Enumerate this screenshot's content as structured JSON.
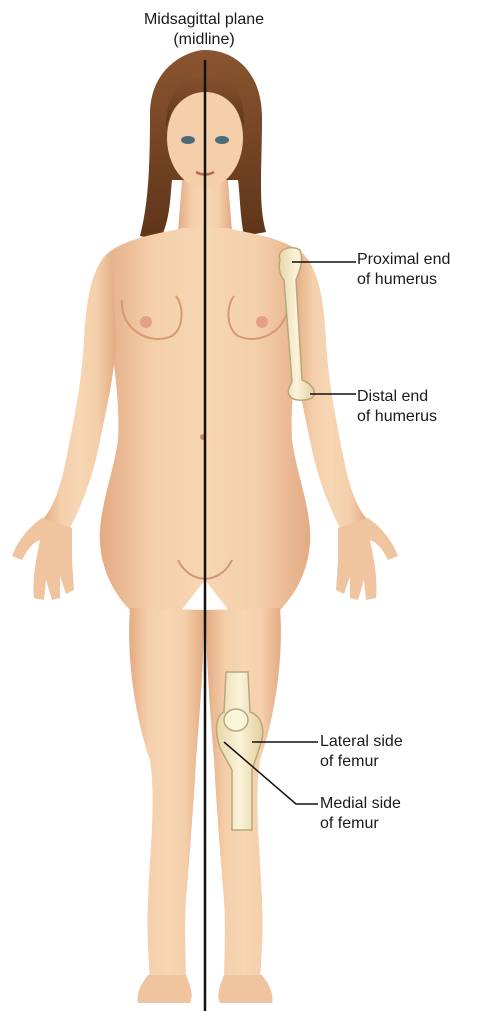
{
  "labels": {
    "midline": {
      "line1": "Midsagittal plane",
      "line2": "(midline)"
    },
    "proximal_humerus": {
      "line1": "Proximal end",
      "line2": "of humerus"
    },
    "distal_humerus": {
      "line1": "Distal end",
      "line2": "of humerus"
    },
    "lateral_femur": {
      "line1": "Lateral side",
      "line2": "of femur"
    },
    "medial_femur": {
      "line1": "Medial side",
      "line2": "of femur"
    }
  },
  "colors": {
    "skin": "#f2c9a4",
    "skin_shadow": "#dca27c",
    "hair": "#7a4a2a",
    "bone": "#f3e6bf",
    "bone_outline": "#b9a77a",
    "line": "#111111"
  }
}
